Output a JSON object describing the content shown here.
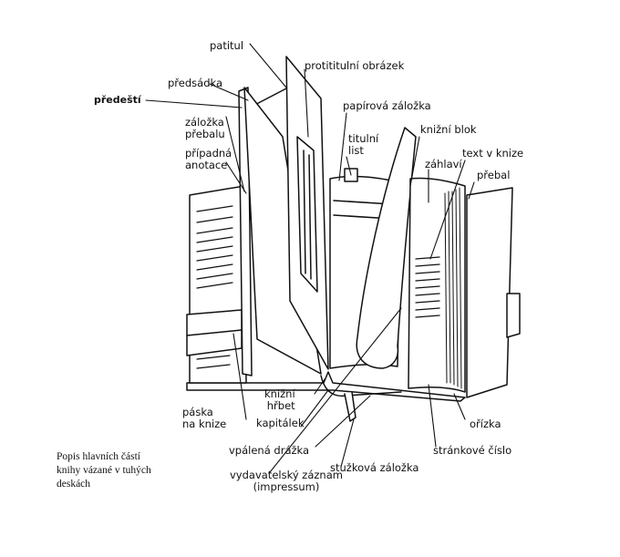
{
  "labels": {
    "patitul": "patitul",
    "protititulni": "protititulní obrázek",
    "predsadka": "předsádka",
    "predesti": "předeští",
    "papirova": "papírová záložka",
    "zalozka_prebalu": "záložka\npřebalu",
    "titulni_list": "titulní\nlist",
    "knizni_blok": "knižní blok",
    "pripadna": "případná\nanotace",
    "text_v_knize": "text v knize",
    "zahlavi": "záhlaví",
    "prebal": "přebal",
    "paska": "páska\nna knize",
    "knizni_hrbet": "knižní\nhřbet",
    "kapitalek": "kapitálek",
    "orizka": "ořízka",
    "vpalena": "vpálená drážka",
    "strankove": "stránkové číslo",
    "vydavatelsky": "vydavatelský záznam\n(impressum)",
    "stuzkova": "stužková záložka"
  },
  "caption": "Popis hlavních částí\nknihy vázané v tuhých\ndeskách"
}
